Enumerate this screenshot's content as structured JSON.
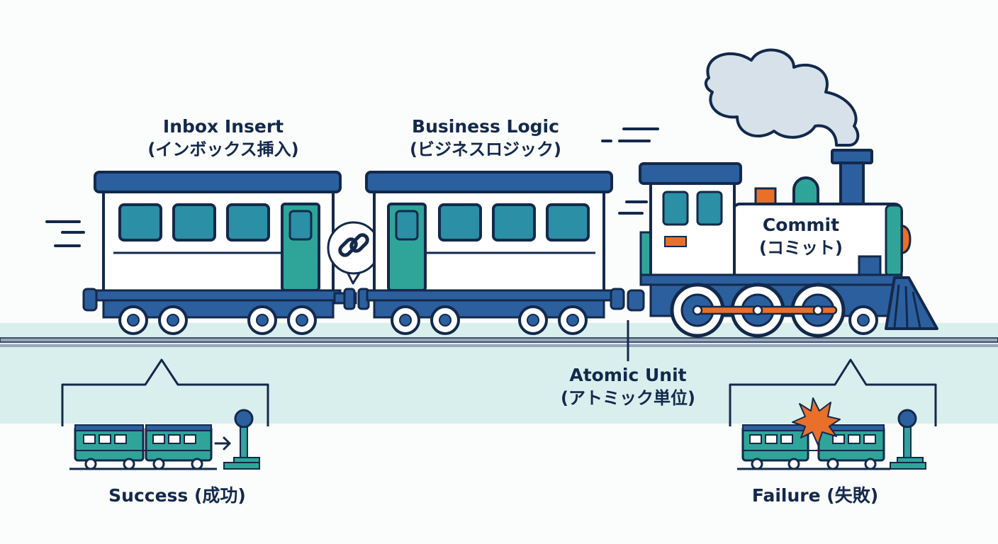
{
  "labels": {
    "inbox_title": "Inbox Insert",
    "inbox_sub": "(インボックス挿入)",
    "business_title": "Business Logic",
    "business_sub": "(ビジネスロジック)",
    "commit_title": "Commit",
    "commit_sub": "(コミット)",
    "atomic_title": "Atomic Unit",
    "atomic_sub": "(アトミック単位)",
    "success": "Success (成功)",
    "failure": "Failure (失敗)"
  },
  "colors": {
    "navy": "#13294b",
    "blue": "#2c5f9e",
    "teal": "#2fa59a",
    "window": "#2b8fa6",
    "track_band": "#d9efee",
    "rail": "#9aa6b8",
    "smoke": "#d7e1ea",
    "orange": "#e8702a"
  },
  "icons": {
    "coupling": "chain-link-icon",
    "success_arrow": "arrow-right-icon",
    "failure_burst": "explosion-icon",
    "signal": "signal-post-icon"
  }
}
